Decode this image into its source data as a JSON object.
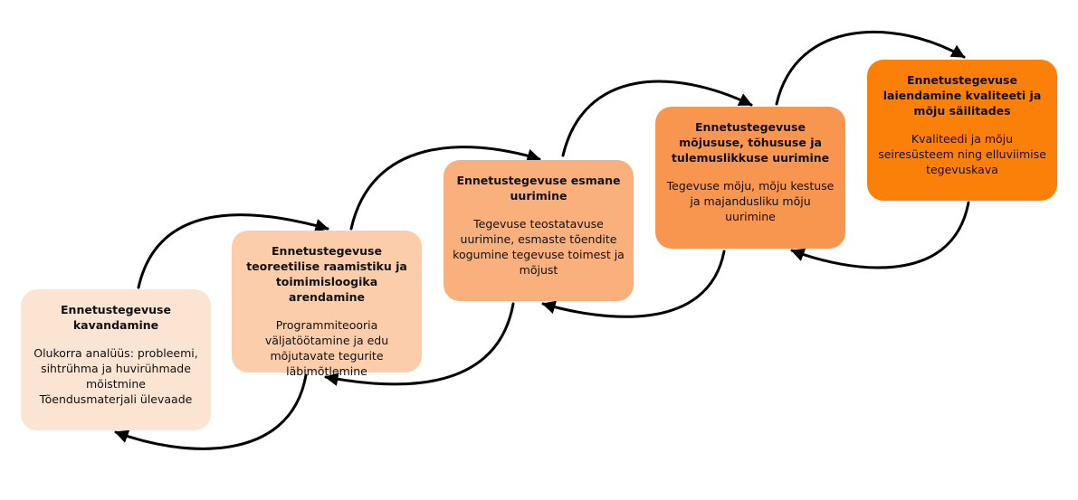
{
  "diagram": {
    "steps": [
      {
        "title": "Ennetustegevuse kavandamine",
        "description_lines": [
          "Olukorra analüüs: probleemi, sihtrühma ja huvirühmade mõistmine",
          "Tõendusmaterjali ülevaade"
        ],
        "color": "#FCE4D2"
      },
      {
        "title": "Ennetustegevuse teoreetilise raamistiku ja toimimisloogika arendamine",
        "description_lines": [
          "Programmiteooria väljatöötamine ja edu mõjutavate tegurite läbimõtlemine"
        ],
        "color": "#FBCDAA"
      },
      {
        "title": "Ennetustegevuse esmane uurimine",
        "description_lines": [
          "Tegevuse teostatavuse uurimine, esmaste tõendite kogumine tegevuse toimest ja mõjust"
        ],
        "color": "#FAB07C"
      },
      {
        "title": "Ennetustegevuse mõjususe, tõhususe ja tulemuslikkuse uurimine",
        "description_lines": [
          "Tegevuse mõju, mõju kestuse ja majandusliku mõju uurimine"
        ],
        "color": "#F89650"
      },
      {
        "title": "Ennetustegevuse laiendamine kvaliteeti ja mõju säilitades",
        "description_lines": [
          "Kvaliteedi ja mõju seiresüsteem ning elluviimise tegevuskava"
        ],
        "color": "#FB8009"
      }
    ],
    "arrow_color": "#000000"
  }
}
